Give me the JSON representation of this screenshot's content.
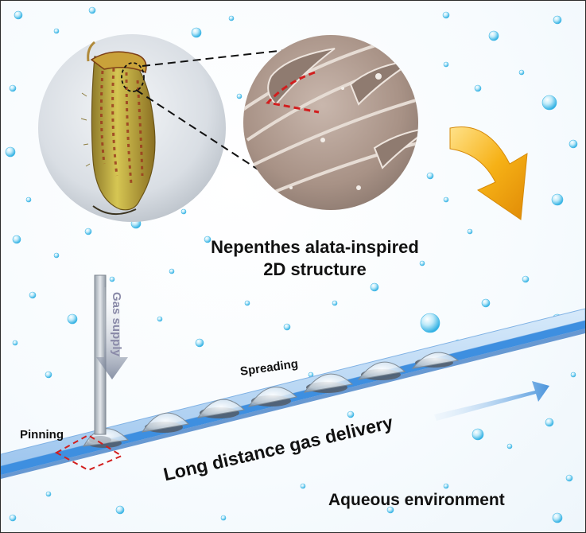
{
  "diagram": {
    "caption_line1": "Nepenthes alata-inspired",
    "caption_line2": "2D structure",
    "label_pinning": "Pinning",
    "label_spreading": "Spreading",
    "label_gas_supply": "Gas supply",
    "label_delivery": "Long distance gas delivery",
    "label_environment": "Aqueous environment"
  },
  "colors": {
    "bubble": "#5cc8ee",
    "track_top": "#b9d9f5",
    "track_side": "#3e8fe0",
    "arrow_orange": "#f6b116",
    "dashed_red": "#d21e1e",
    "plant_green": "#b7a93c",
    "plant_red": "#9b3b1e"
  }
}
